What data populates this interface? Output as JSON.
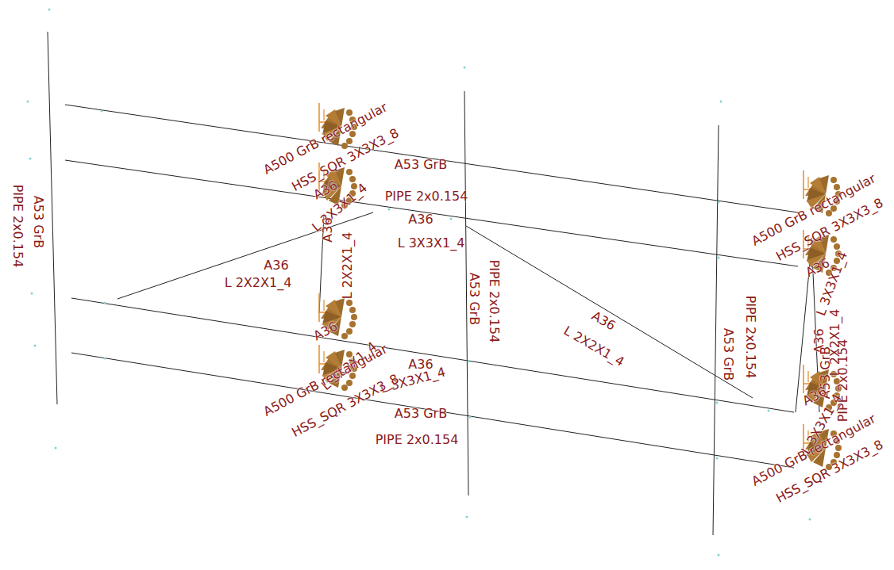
{
  "diagram": {
    "labels": [
      "A53 GrB",
      "PIPE 2x0.154",
      "A500 GrB rectangular",
      "HSS_SQR 3X3X3_8",
      "A53 GrB",
      "PIPE 2x0.154",
      "A36",
      "L 3X3X1_4",
      "A36",
      "L 3X3X1_4",
      "A36",
      "L 2X2X1_4",
      "A36",
      "L 2X2X1_4",
      "A53 GrB",
      "PIPE 2x0.154",
      "A36",
      "L 2X2X1_4",
      "A53 GrB",
      "PIPE 2x0.154",
      "A36",
      "L 3X3X1_4",
      "A36",
      "A500 GrB rectangular",
      "L 3X3X1_4",
      "HSS_SQR 3X3X3_8",
      "A53 GrB",
      "PIPE 2x0.154",
      "A500 GrB rectangular",
      "HSS_SQR 3X3X3_8",
      "A36",
      "L 3X3X1_4",
      "L 2X2X1_4",
      "A36",
      "A53 GrB",
      "PIPE 2x0.154",
      "A36",
      "L 3X3X1_4",
      "A500 GrB rectangular",
      "HSS_SQR 3X3X3_8"
    ]
  }
}
